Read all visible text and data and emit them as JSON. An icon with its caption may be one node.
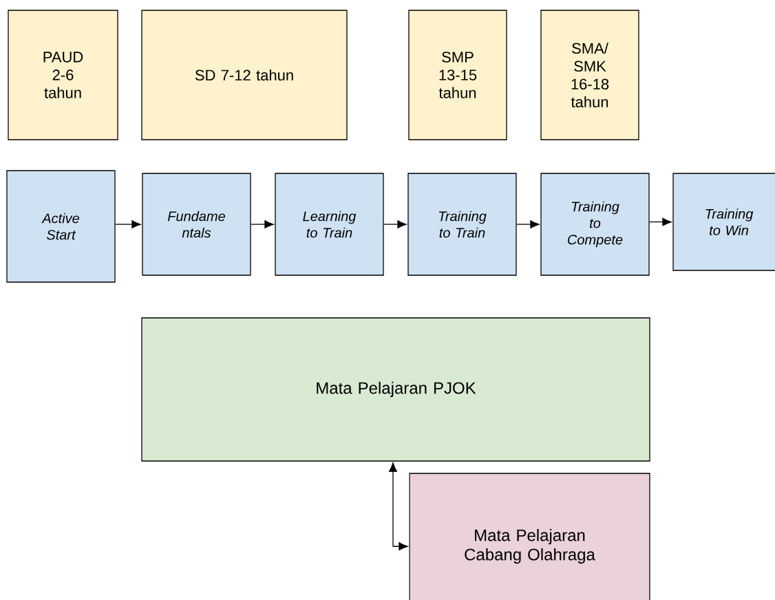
{
  "diagram": {
    "nodes": [
      {
        "text": [
          "PAUD 2-6 tahun"
        ]
      },
      {
        "text": [
          "SD 7-12 tahun"
        ]
      },
      {
        "text": [
          "SMP 13-15 tahun"
        ]
      },
      {
        "text": [
          "SMA/ SMK 16-18 tahun"
        ]
      },
      {
        "text": [
          "Active Start"
        ]
      },
      {
        "text": [
          "Fundame ntals"
        ]
      },
      {
        "text": [
          "Learning to Train"
        ]
      },
      {
        "text": [
          "Training to Train"
        ]
      },
      {
        "text": [
          "Training to Compete"
        ]
      },
      {
        "text": [
          "Training to Win"
        ]
      },
      {
        "text": [
          "Mata Pelajaran PJOK"
        ]
      },
      {
        "text": [
          "Mata Pelajaran Cabang Olahraga"
        ]
      }
    ],
    "edges": [
      {
        "from": 4,
        "to": 5,
        "arrow": "to"
      },
      {
        "from": 5,
        "to": 6,
        "arrow": "to"
      },
      {
        "from": 6,
        "to": 7,
        "arrow": "to"
      },
      {
        "from": 7,
        "to": 8,
        "arrow": "to"
      },
      {
        "from": 8,
        "to": 9,
        "arrow": "to"
      },
      {
        "from": 10,
        "to": 11,
        "arrow": "both"
      }
    ]
  }
}
